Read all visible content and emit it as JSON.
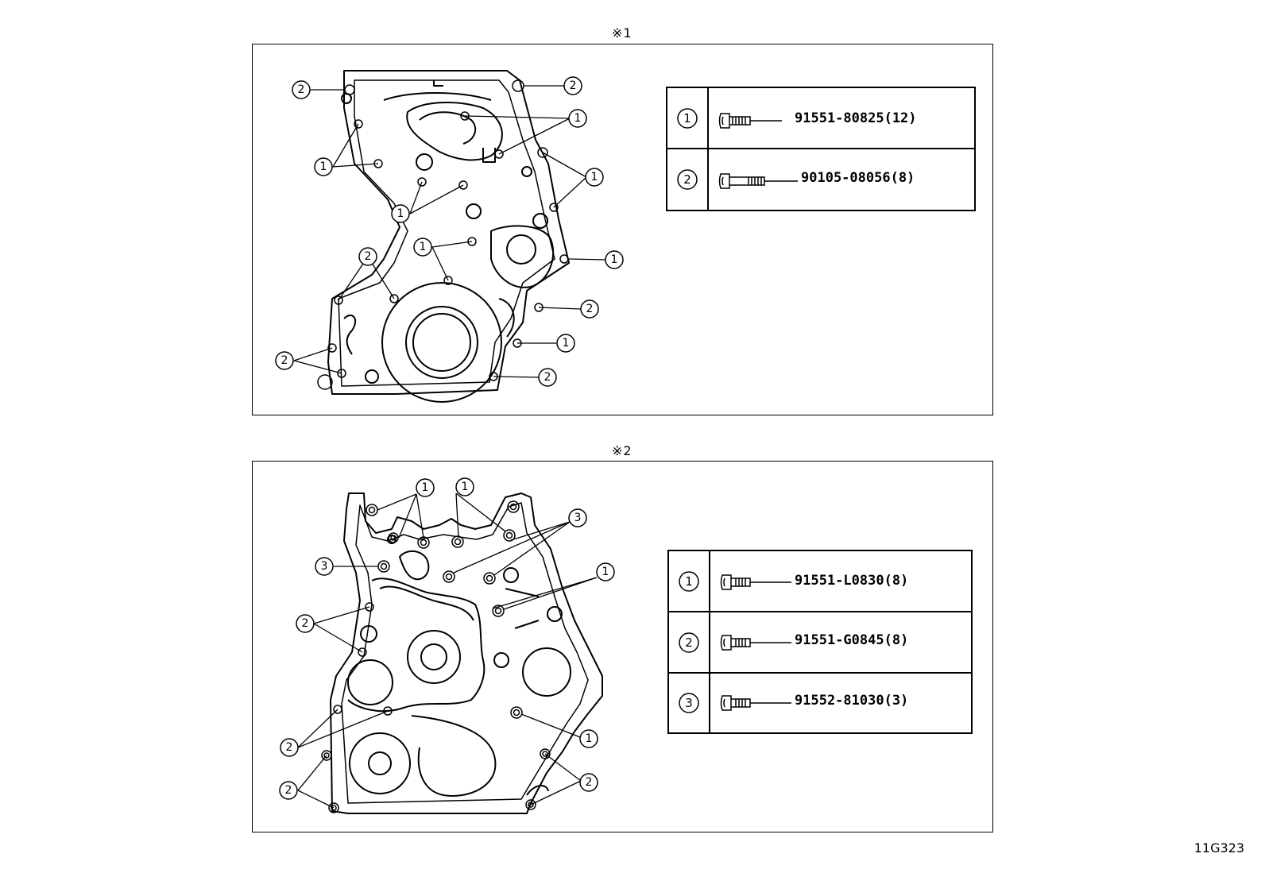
{
  "figure": {
    "view_markers": [
      "※1",
      "※2"
    ],
    "figure_id": "11G323"
  },
  "view1": {
    "legend": [
      {
        "key": "1",
        "part_no": "91551-80825(12)"
      },
      {
        "key": "2",
        "part_no": "90105-08056(8)"
      }
    ]
  },
  "view2": {
    "legend": [
      {
        "key": "1",
        "part_no": "91551-L0830(8)"
      },
      {
        "key": "2",
        "part_no": "91551-G0845(8)"
      },
      {
        "key": "3",
        "part_no": "91552-81030(3)"
      }
    ]
  }
}
